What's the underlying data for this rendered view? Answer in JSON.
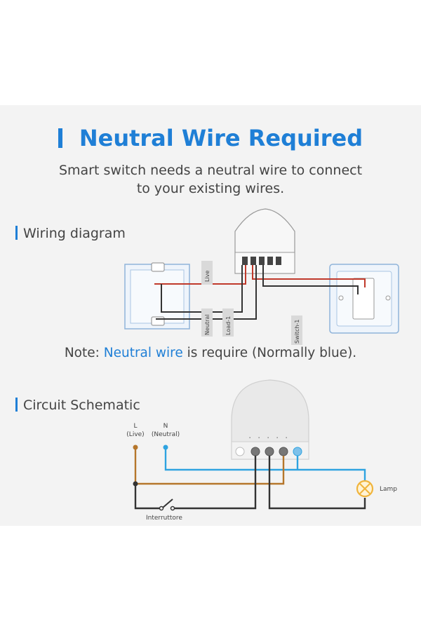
{
  "header": {
    "title": "Neutral Wire Required",
    "subtitle_line1": "Smart switch needs a neutral wire to connect",
    "subtitle_line2": "to your existing wires."
  },
  "wiring": {
    "heading": "Wiring diagram",
    "tags": {
      "live": "Live",
      "neutral": "Neutral",
      "load": "Load-1",
      "switch": "Switch-1"
    }
  },
  "note": {
    "prefix": "Note: ",
    "highlight": "Neutral wire",
    "suffix": " is require (Normally blue)."
  },
  "schematic": {
    "heading": "Circuit Schematic",
    "L_label": "L",
    "L_sub": "(Live)",
    "N_label": "N",
    "N_sub": "(Neutral)",
    "lamp": "Lamp",
    "switch": "Interruttore"
  },
  "colors": {
    "accent": "#1f7fd6",
    "live_wire": "#b5762b",
    "neutral_wire": "#2ea3e0",
    "black_wire": "#333333",
    "red_wire": "#c0392b",
    "lamp": "#f0b43c"
  }
}
